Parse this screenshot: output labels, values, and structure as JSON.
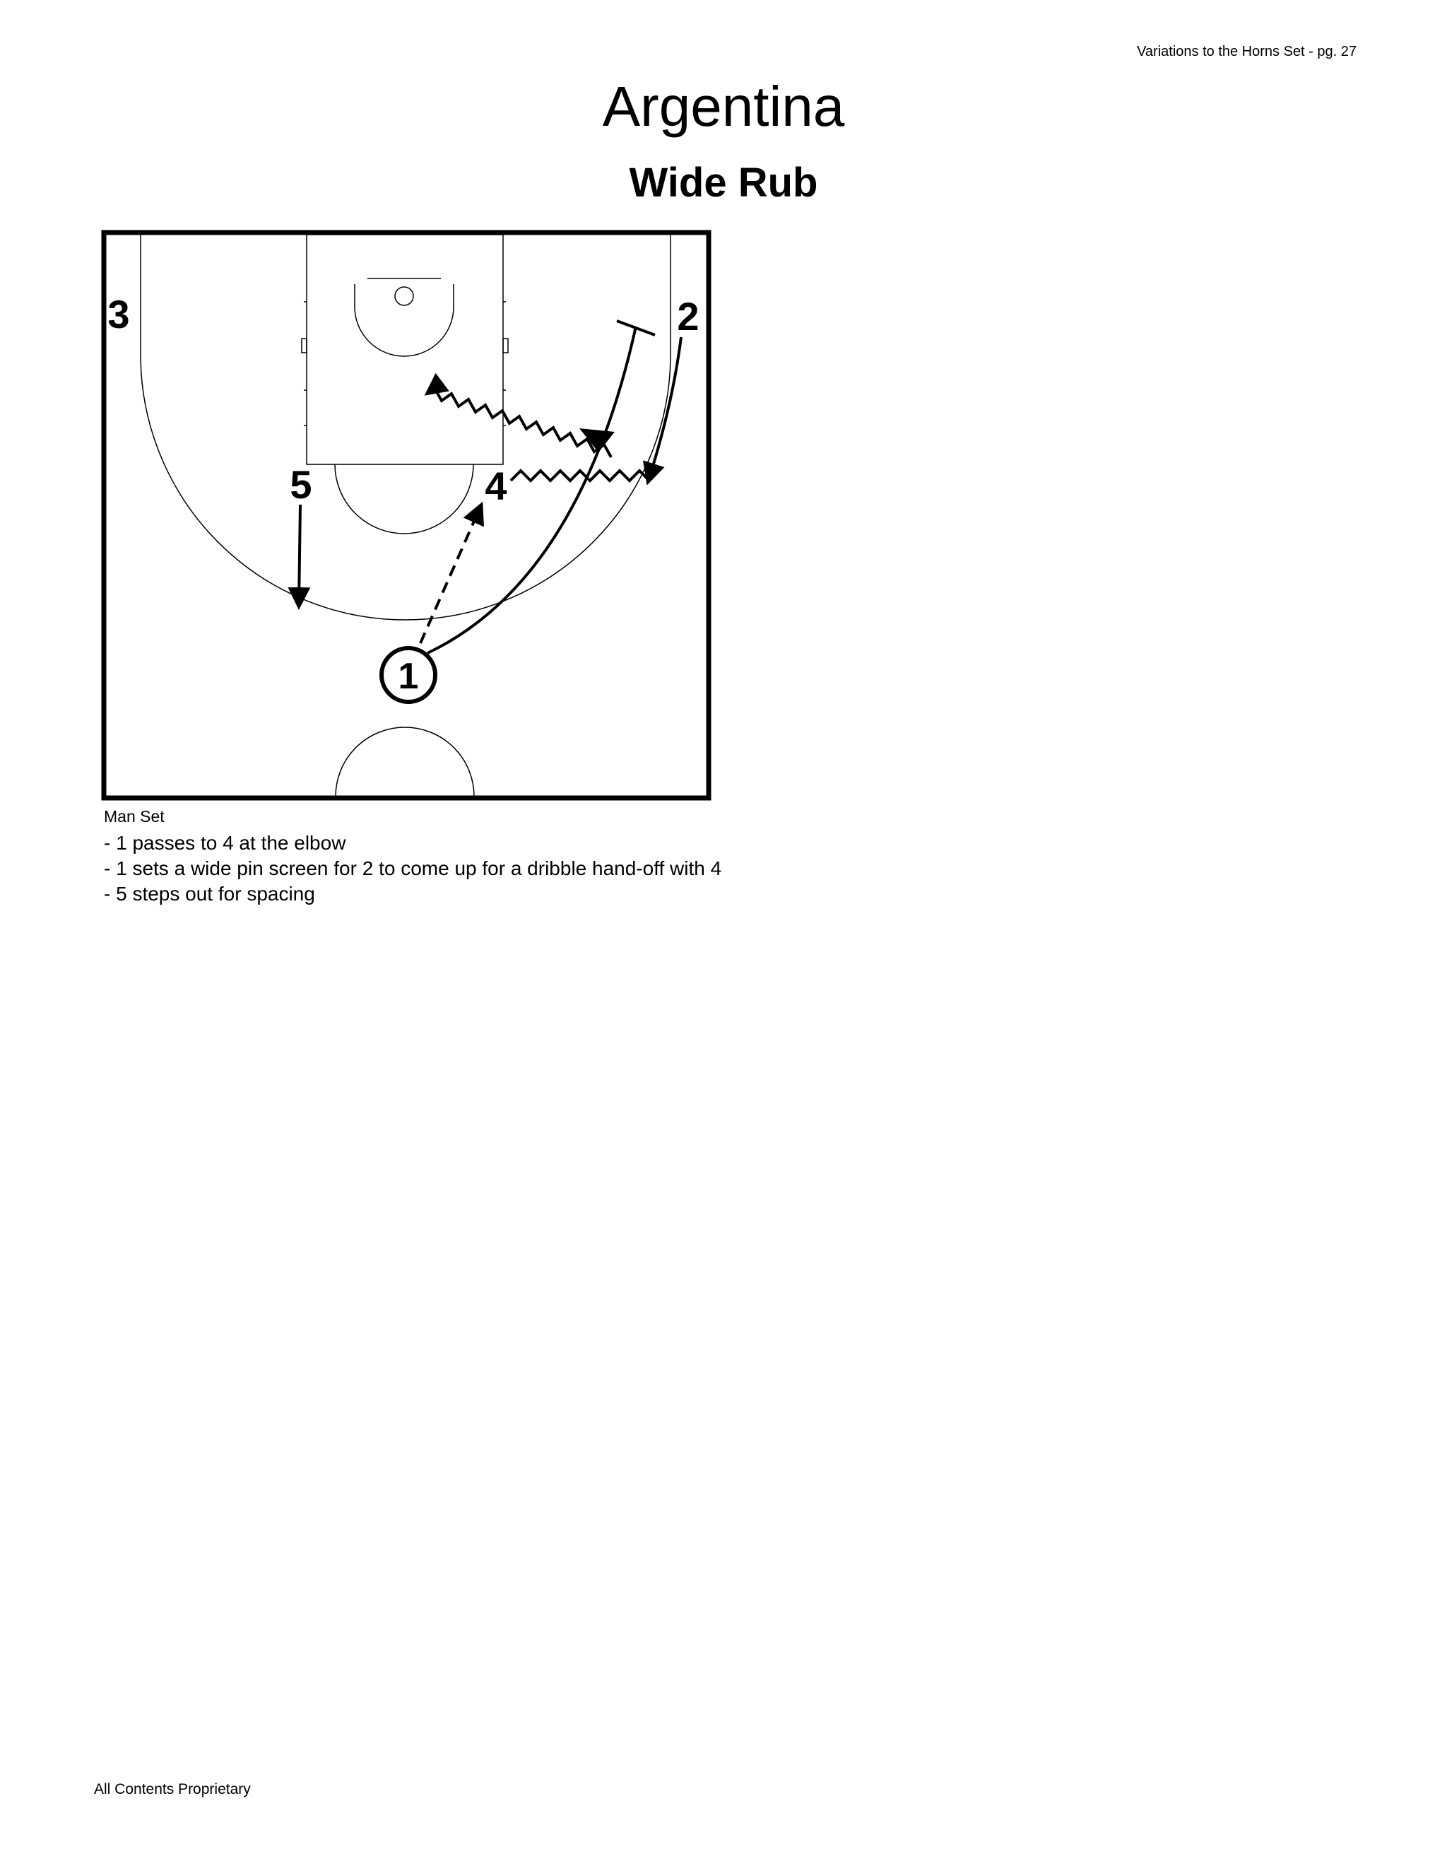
{
  "header": {
    "page_note": "Variations to the Horns Set - pg. 27"
  },
  "title": "Argentina",
  "subtitle": "Wide Rub",
  "diagram": {
    "players": [
      {
        "id": "1",
        "label": "1"
      },
      {
        "id": "2",
        "label": "2"
      },
      {
        "id": "3",
        "label": "3"
      },
      {
        "id": "4",
        "label": "4"
      },
      {
        "id": "5",
        "label": "5"
      }
    ]
  },
  "caption": {
    "label": "Man Set",
    "notes": [
      "- 1 passes to 4 at the elbow",
      "- 1 sets a wide pin screen for 2 to come up for a dribble hand-off with 4",
      "- 5 steps out for spacing"
    ]
  },
  "footer": {
    "text": "All Contents Proprietary"
  }
}
